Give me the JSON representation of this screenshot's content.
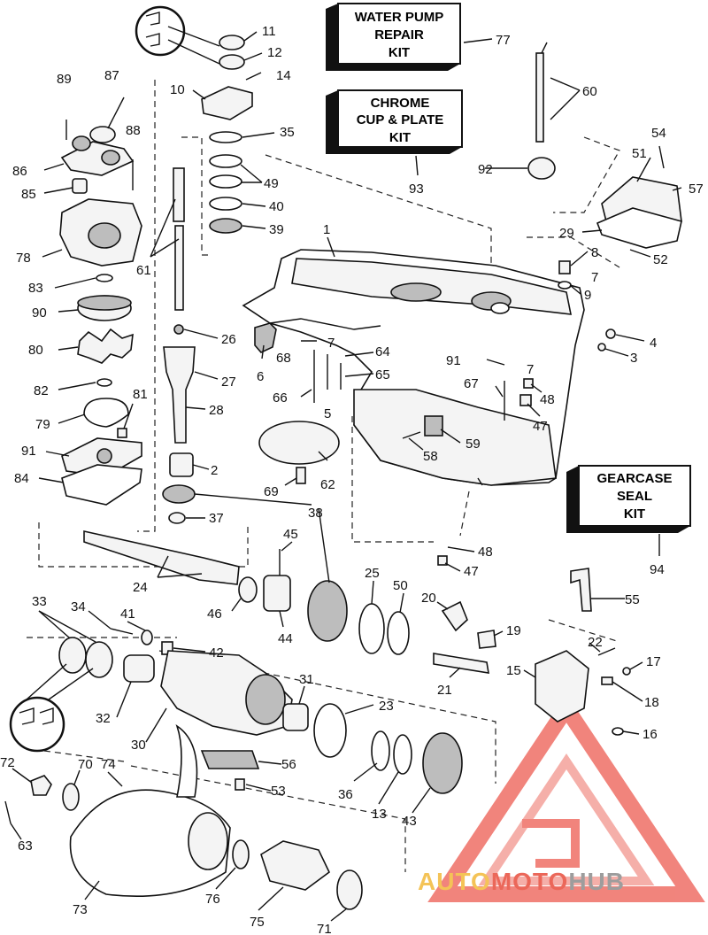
{
  "kits": [
    {
      "id": "water-pump",
      "lines": [
        "WATER PUMP",
        "REPAIR",
        "KIT"
      ],
      "ref": "77"
    },
    {
      "id": "chrome-cup",
      "lines": [
        "CHROME",
        "CUP & PLATE",
        "KIT"
      ],
      "ref": "93"
    },
    {
      "id": "gearcase-seal",
      "lines": [
        "GEARCASE",
        "SEAL",
        "KIT"
      ],
      "ref": "94"
    }
  ],
  "callouts": [
    "1",
    "2",
    "3",
    "4",
    "5",
    "6",
    "7",
    "7",
    "7",
    "8",
    "9",
    "10",
    "11",
    "12",
    "13",
    "14",
    "15",
    "16",
    "17",
    "18",
    "19",
    "20",
    "21",
    "22",
    "23",
    "24",
    "25",
    "26",
    "27",
    "28",
    "29",
    "30",
    "31",
    "32",
    "33",
    "34",
    "35",
    "36",
    "37",
    "38",
    "39",
    "40",
    "41",
    "42",
    "43",
    "44",
    "45",
    "46",
    "47",
    "47",
    "48",
    "48",
    "49",
    "50",
    "51",
    "52",
    "53",
    "54",
    "55",
    "56",
    "57",
    "58",
    "59",
    "60",
    "61",
    "62",
    "63",
    "64",
    "65",
    "66",
    "67",
    "68",
    "69",
    "70",
    "71",
    "72",
    "73",
    "74",
    "75",
    "76",
    "78",
    "79",
    "80",
    "81",
    "82",
    "83",
    "84",
    "85",
    "86",
    "87",
    "88",
    "89",
    "90",
    "91",
    "91",
    "92"
  ],
  "watermark": {
    "part1": "AUTO",
    "part2": "MOTO",
    "part3": "HUB"
  }
}
